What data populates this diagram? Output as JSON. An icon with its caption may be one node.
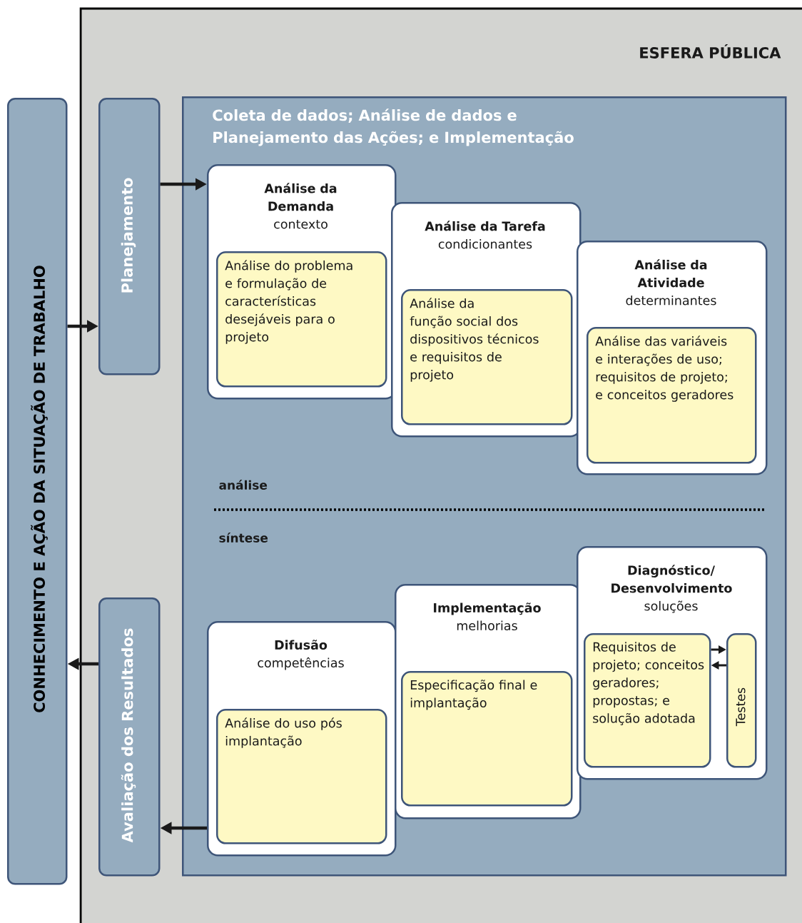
{
  "diagram": {
    "nodes": [
      {
        "text": [
          "ESFERA PÚBLICA"
        ]
      },
      {
        "text": [
          "CONHECIMENTO E AÇÃO DA SITUAÇÃO DE TRABALHO"
        ]
      },
      {
        "text": [
          "Planejamento"
        ],
        "in": 0
      },
      {
        "text": [
          "Avaliação dos Resultados"
        ],
        "in": 0
      },
      {
        "text": [
          "Coleta de dados; Análise de dados e Planejamento das Ações; e Implementação"
        ],
        "in": 0
      },
      {
        "text": [
          "Análise da Demanda",
          "contexto"
        ],
        "in": 4
      },
      {
        "text": [
          "Análise do problema e formulação de características desejáveis para o projeto"
        ],
        "in": 5
      },
      {
        "text": [
          "Análise da Tarefa",
          "condicionantes"
        ],
        "in": 4
      },
      {
        "text": [
          "Análise da função social dos dispositivos técnicos e requisitos de projeto"
        ],
        "in": 7
      },
      {
        "text": [
          "Análise da Atividade",
          "determinantes"
        ],
        "in": 4
      },
      {
        "text": [
          "Análise das variáveis e interações de uso; requisitos de projeto; e conceitos geradores"
        ],
        "in": 9
      },
      {
        "text": [
          "Difusão",
          "competências"
        ],
        "in": 4
      },
      {
        "text": [
          "Análise do uso pós implantação"
        ],
        "in": 11
      },
      {
        "text": [
          "Implementação",
          "melhorias"
        ],
        "in": 4
      },
      {
        "text": [
          "Especificação final e implantação"
        ],
        "in": 13
      },
      {
        "text": [
          "Diagnóstico/ Desenvolvimento",
          "soluções"
        ],
        "in": 4
      },
      {
        "text": [
          "Requisitos de projeto; conceitos geradores; propostas; e solução adotada"
        ],
        "in": 15
      },
      {
        "text": [
          "Testes"
        ],
        "in": 15
      }
    ],
    "edges": [
      {
        "from": 1,
        "to": 2,
        "arrow": "to"
      },
      {
        "from": 2,
        "to": 5,
        "arrow": "to"
      },
      {
        "from": 11,
        "to": 3,
        "arrow": "to"
      },
      {
        "from": 3,
        "to": 1,
        "arrow": "to"
      },
      {
        "from": 16,
        "to": 17,
        "arrow": "to"
      },
      {
        "from": 17,
        "to": 16,
        "arrow": "to"
      }
    ],
    "labels": [
      "análise",
      "síntese"
    ]
  }
}
